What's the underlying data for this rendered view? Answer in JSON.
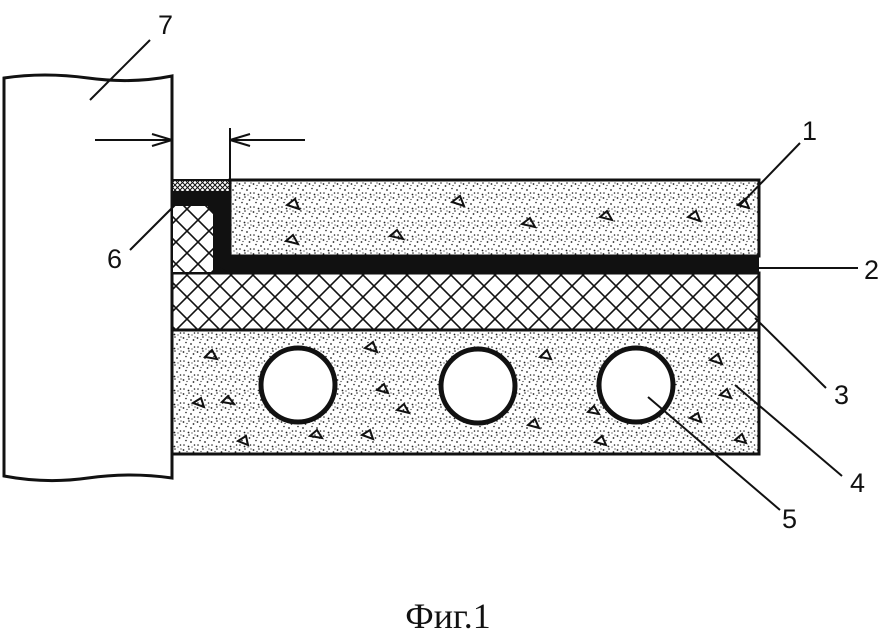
{
  "figure": {
    "caption": "Фиг.1",
    "labels": {
      "l1": "1",
      "l2": "2",
      "l3": "3",
      "l4": "4",
      "l5": "5",
      "l6": "6",
      "l7": "7"
    },
    "parts": {
      "pipe_count": 3
    },
    "colors": {
      "ink": "#111111",
      "paper": "#ffffff"
    }
  }
}
